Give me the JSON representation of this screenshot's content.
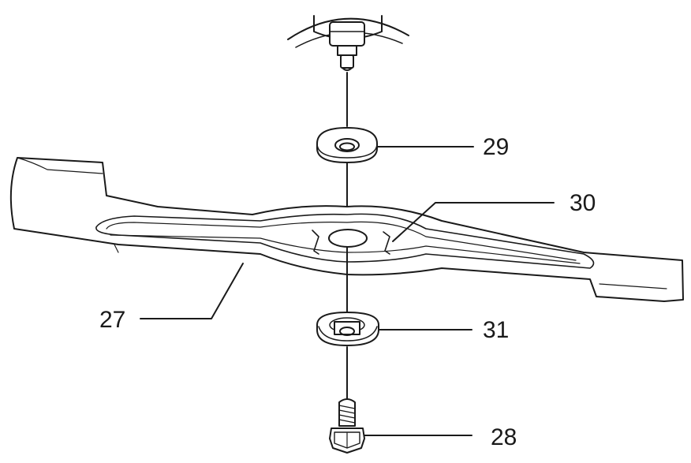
{
  "diagram": {
    "callouts": [
      {
        "id": "29",
        "label": "29"
      },
      {
        "id": "30",
        "label": "30"
      },
      {
        "id": "27",
        "label": "27"
      },
      {
        "id": "31",
        "label": "31"
      },
      {
        "id": "28",
        "label": "28"
      }
    ]
  },
  "colors": {
    "line": "#1a1a1a",
    "background": "#ffffff",
    "fill": "#ffffff"
  }
}
